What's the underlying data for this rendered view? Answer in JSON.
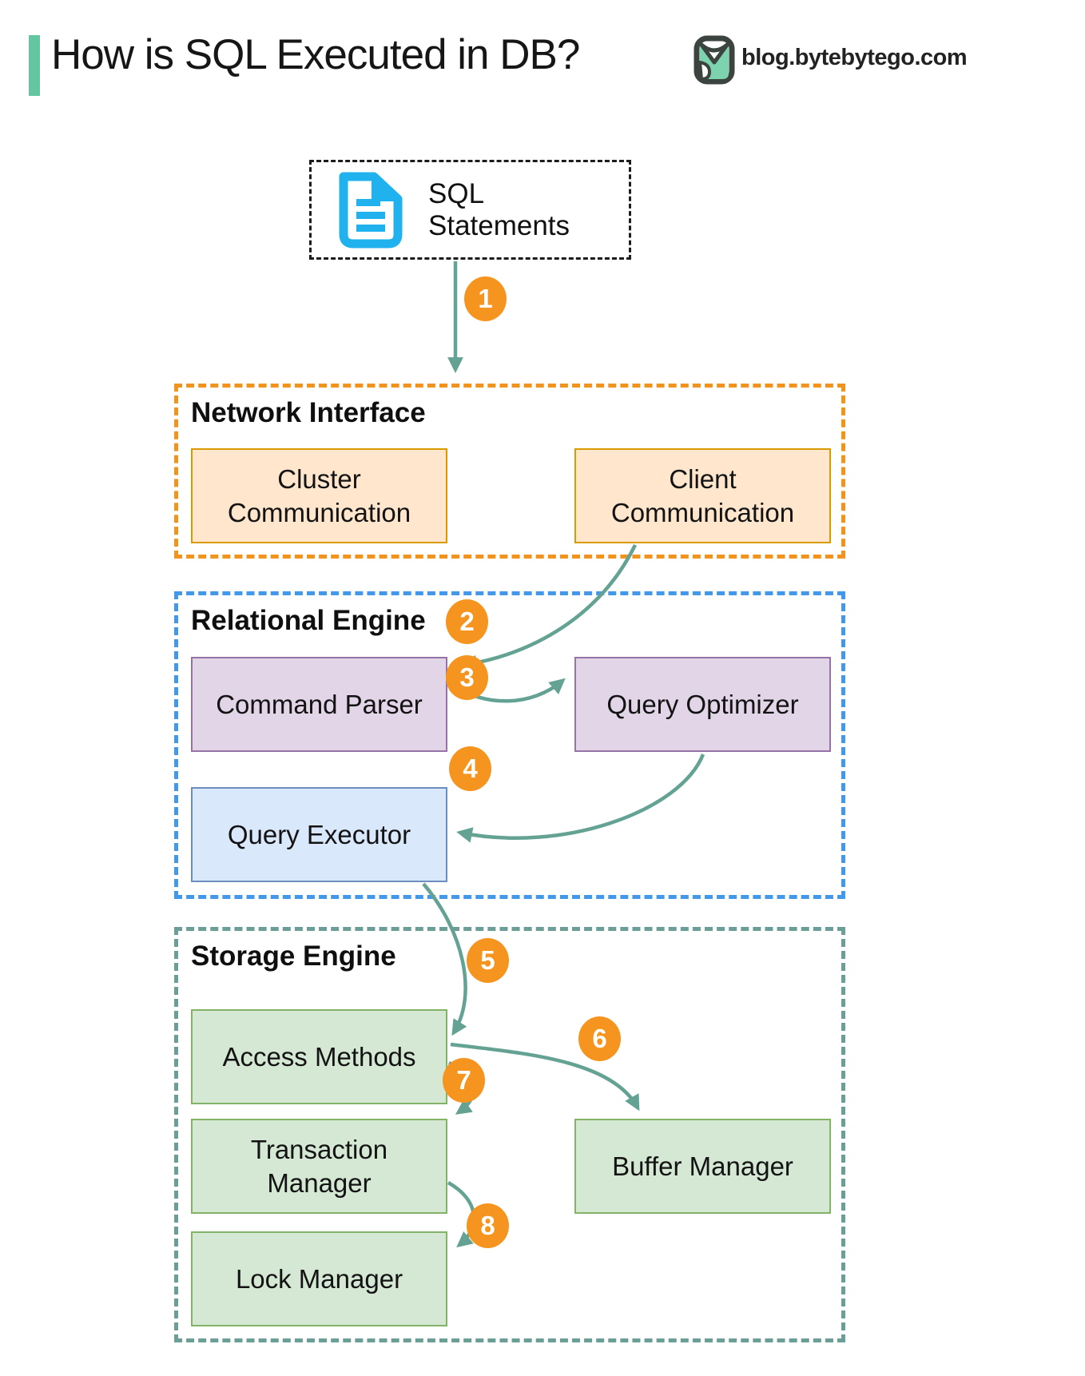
{
  "header": {
    "title": "How is SQL Executed in DB?",
    "blog_url": "blog.bytebytego.com",
    "accent_bar_color": "#63C6A0"
  },
  "source_box": {
    "label": "SQL Statements",
    "icon": "document-icon",
    "icon_color": "#1FB2EE"
  },
  "sections": [
    {
      "name": "Network Interface",
      "border_color": "#F2931E",
      "boxes": [
        {
          "label": "Cluster Communication"
        },
        {
          "label": "Client Communication"
        }
      ],
      "box_fill": "#FFE6CC",
      "box_border": "#D79B00"
    },
    {
      "name": "Relational Engine",
      "border_color": "#4398E9",
      "boxes": [
        {
          "label": "Command Parser"
        },
        {
          "label": "Query Optimizer"
        },
        {
          "label": "Query Executor"
        }
      ],
      "box_fill": "#E1D5E7",
      "box_border": "#9673A6",
      "executor_fill": "#DAE8FC",
      "executor_border": "#6C8EBF"
    },
    {
      "name": "Storage Engine",
      "border_color": "#6A9E97",
      "boxes": [
        {
          "label": "Access Methods"
        },
        {
          "label": "Buffer Manager"
        },
        {
          "label": "Transaction Manager"
        },
        {
          "label": "Lock Manager"
        }
      ],
      "box_fill": "#D5E8D4",
      "box_border": "#82B366"
    }
  ],
  "steps": [
    "1",
    "2",
    "3",
    "4",
    "5",
    "6",
    "7",
    "8"
  ],
  "arrow_color": "#64A294",
  "badge_color": "#F5941E"
}
